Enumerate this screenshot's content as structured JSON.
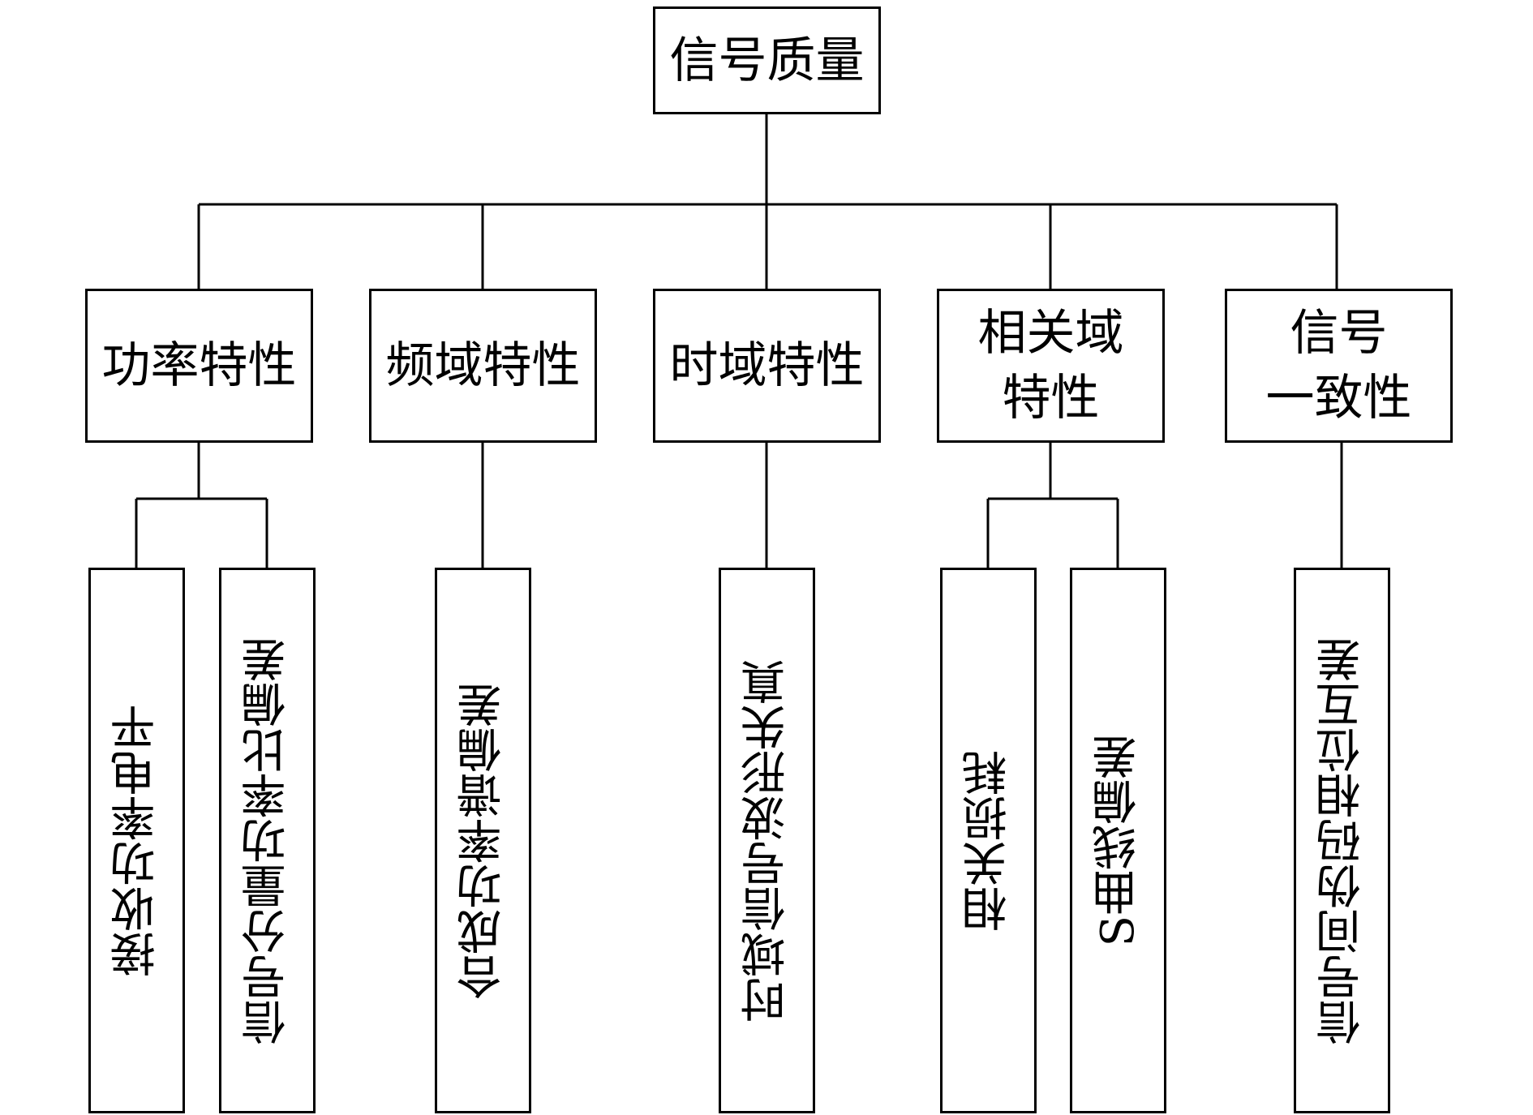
{
  "root": {
    "label": "信号质量"
  },
  "categories": [
    {
      "label": "功率特性"
    },
    {
      "label": "频域特性"
    },
    {
      "label": "时域特性"
    },
    {
      "label": "相关域\n特性"
    },
    {
      "label": "信号\n一致性"
    }
  ],
  "leaves": [
    {
      "label": "接收功率电平"
    },
    {
      "label": "信号分量功率比偏差"
    },
    {
      "label": "合成功率谱偏差"
    },
    {
      "label": "时域信号波形失真"
    },
    {
      "label": "相关损耗"
    },
    {
      "label": "S曲线偏差"
    },
    {
      "label": "信号间伪码相位互差"
    }
  ]
}
